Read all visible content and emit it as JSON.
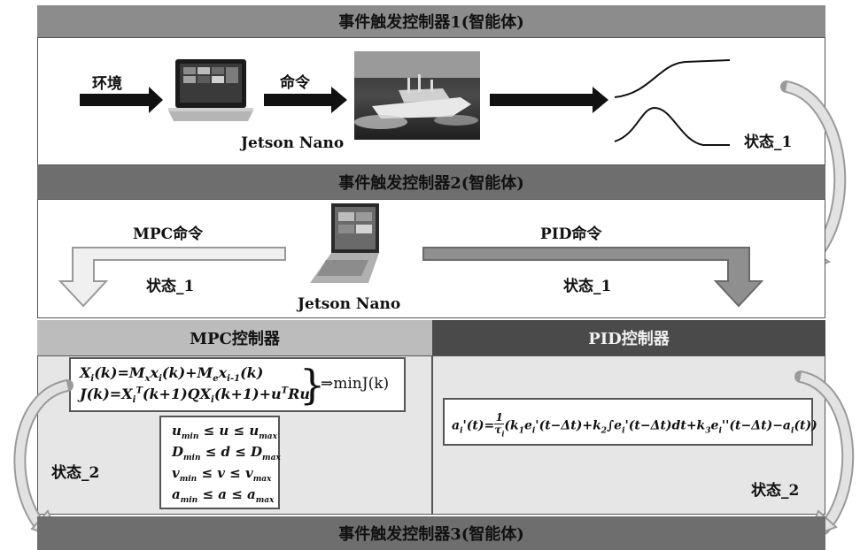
{
  "controllers": {
    "c1_title": "事件触发控制器1(智能体)",
    "c2_title": "事件触发控制器2(智能体)",
    "c3_title": "事件触发控制器3(智能体)"
  },
  "row1": {
    "env_label": "环境",
    "cmd_label": "命令",
    "device_label": "Jetson Nano",
    "state_label": "状态_1"
  },
  "row2": {
    "mpc_cmd_label": "MPC命令",
    "pid_cmd_label": "PID命令",
    "state_left": "状态_1",
    "state_right": "状态_1",
    "device_label": "Jetson Nano"
  },
  "mpc": {
    "header": "MPC控制器",
    "eq_line1": "X_i(k)=M_x x_i(k)+M_e x_{i-1}(k)",
    "eq_line2": "J(k)=X_i^T(k+1)QX_i(k+1)+u^T Ru",
    "eq_result": "⇒minJ(k)",
    "constraints": [
      "u_min ≤ u ≤ u_max",
      "D_min ≤ d ≤ D_max",
      "v_min ≤ v ≤ v_max",
      "a_min ≤ a ≤ a_max"
    ],
    "state_label": "状态_2"
  },
  "pid": {
    "header": "PID控制器",
    "equation": "a_i'(t)=1/τ_i (k_1 e_i'(t−Δt)+k_2∫e_i'(t−Δt)dt+k_3 e_i''(t−Δt)−a_i(t))",
    "state_label": "状态_2"
  },
  "colors": {
    "bar_mid": "#8c8c8c",
    "bar_dark": "#6e6e6e",
    "mpc_header": "#bcbcbc",
    "pid_header": "#4a4a4a",
    "panel": "#e6e6e6"
  }
}
